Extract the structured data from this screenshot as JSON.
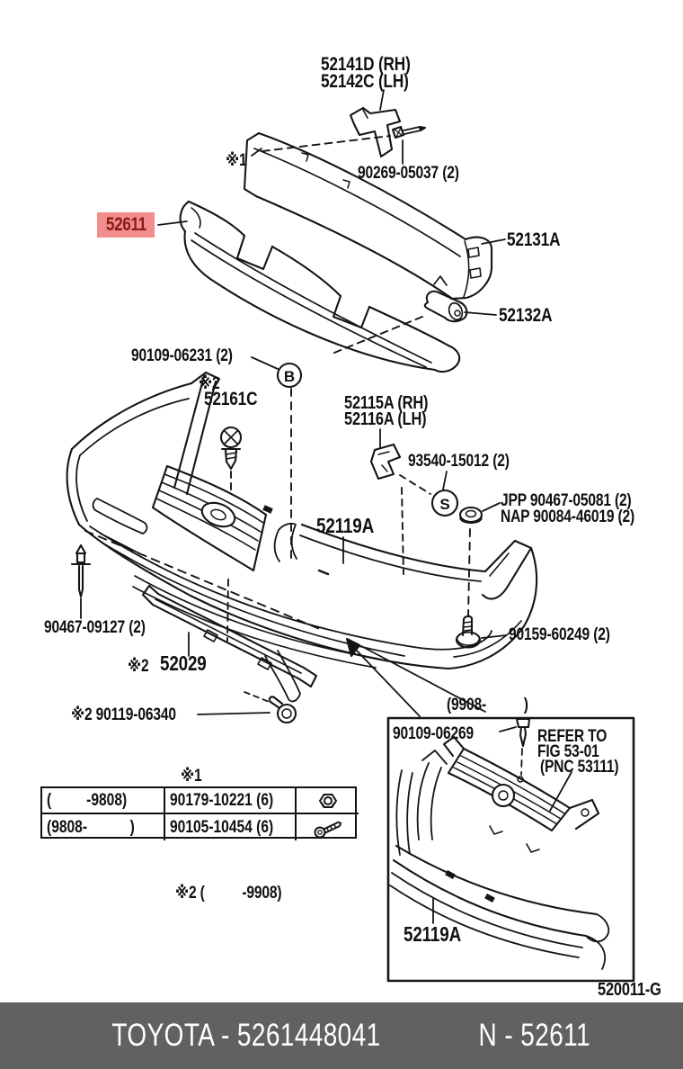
{
  "colors": {
    "highlight_bg": "#f28d8d",
    "highlight_text": "#8b1a12",
    "line": "#151515",
    "footer_bg": "#616161",
    "footer_text": "#ffffff"
  },
  "callouts": {
    "bracket_rh": "52141D (RH)",
    "bracket_lh": "52142C (LH)",
    "note1_marker": "※1",
    "screw_90269": "90269-05037 (2)",
    "absorber_highlight": "52611",
    "reinforcement": "52131A",
    "spacer": "52132A",
    "screw_90109_06231": "90109-06231 (2)",
    "note2_marker": "※2",
    "grille_screw": "52161C",
    "clip_rh": "52115A (RH)",
    "clip_lh": "52116A (LH)",
    "clip_93540": "93540-15012 (2)",
    "nut_jpp": "JPP 90467-05081 (2)",
    "nut_nap": "NAP 90084-46019 (2)",
    "bumper_cover": "52119A",
    "screw_90467_09127": "90467-09127 (2)",
    "retainer": "52029",
    "bolt_90159": "90159-60249 (2)",
    "bolt_90119": "※2 90119-06340",
    "inset_period": "(9908-          )",
    "inset_screw": "90109-06269",
    "refer_line1": "REFER TO",
    "refer_line2": "FIG 53-01",
    "refer_line3": "(PNC 53111)",
    "inset_bumper": "52119A",
    "figure_code": "520011-G",
    "note2_period": "※2 (          -9908)"
  },
  "symbols": {
    "b": "B",
    "s": "S"
  },
  "table": {
    "header": "※1",
    "rows": [
      {
        "period": "(         -9808)",
        "part": "90179-10221 (6)",
        "icon": "nut-icon"
      },
      {
        "period": "(9808-           )",
        "part": "90105-10454 (6)",
        "icon": "bolt-icon"
      }
    ]
  },
  "footer": {
    "brand_part": "TOYOTA - 5261448041",
    "number": "N - 52611"
  }
}
